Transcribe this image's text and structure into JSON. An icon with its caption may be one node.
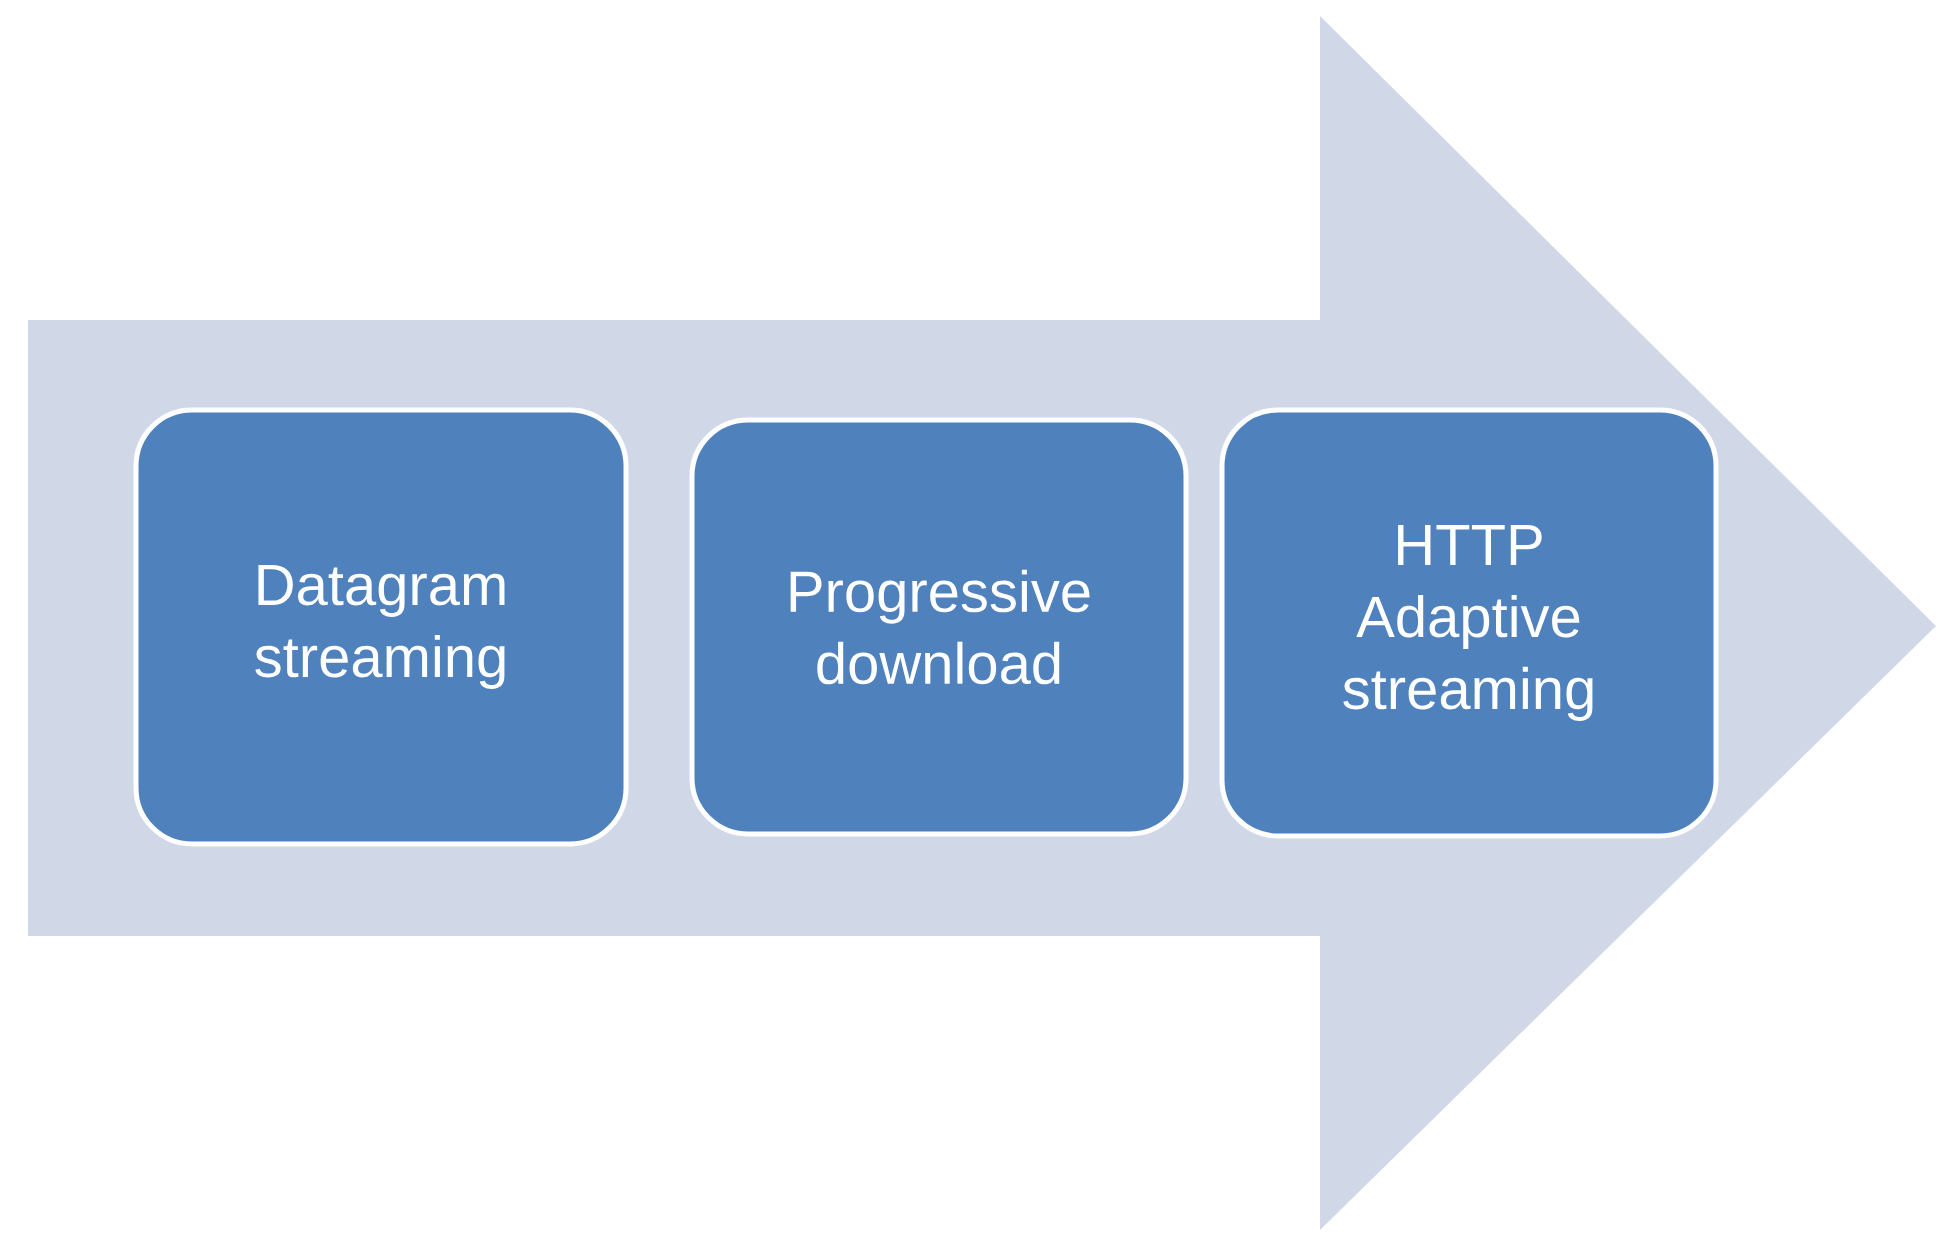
{
  "diagram": {
    "nodes": [
      {
        "text": [],
        "shape": "arrow"
      },
      {
        "text": [
          "Datagram streaming"
        ],
        "in": 0
      },
      {
        "text": [
          "Progressive download"
        ],
        "in": 0
      },
      {
        "text": [
          "HTTP Adaptive streaming"
        ],
        "in": 0
      }
    ]
  }
}
